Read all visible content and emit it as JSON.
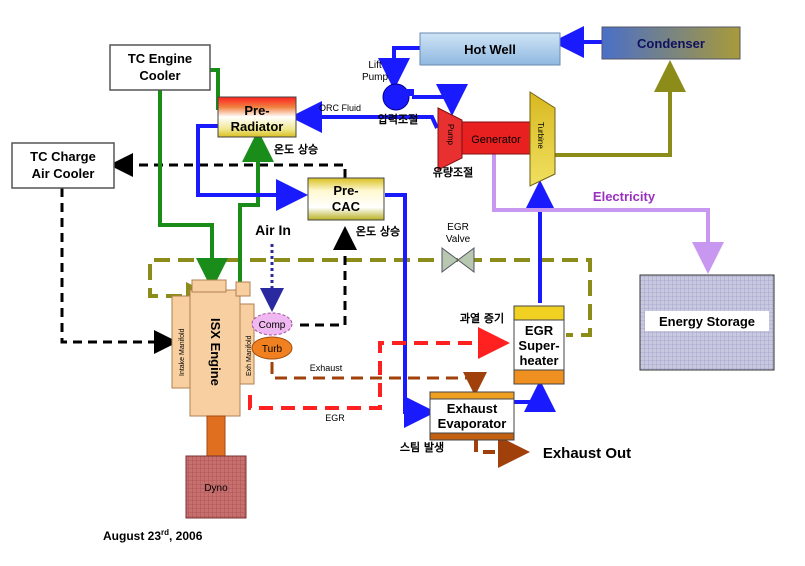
{
  "boxes": {
    "tc_engine_cooler": "TC Engine Cooler",
    "tc_engine_cooler_l1": "TC Engine",
    "tc_engine_cooler_l2": "Cooler",
    "tc_charge_l1": "TC Charge",
    "tc_charge_l2": "Air Cooler",
    "hot_well": "Hot Well",
    "condenser": "Condenser",
    "pre_radiator_l1": "Pre-",
    "pre_radiator_l2": "Radiator",
    "pre_cac_l1": "Pre-",
    "pre_cac_l2": "CAC",
    "generator": "Generator",
    "pump": "Pump",
    "turbine": "Turbine",
    "energy_storage": "Energy Storage",
    "egr_l1": "EGR",
    "egr_l2": "Super-",
    "egr_l3": "heater",
    "exhaust_l1": "Exhaust",
    "exhaust_l2": "Evaporator",
    "isx_engine": "ISX Engine",
    "intake_manifold": "Intake Manifold",
    "exh_manifold": "Exh Manifold",
    "comp": "Comp",
    "turb": "Turb",
    "dyno": "Dyno"
  },
  "labels": {
    "lift_pump_l1": "Lift",
    "lift_pump_l2": "Pump",
    "orc_fluid": "ORC Fluid",
    "air_in": "Air In",
    "egr_valve_l1": "EGR",
    "egr_valve_l2": "Valve",
    "electricity": "Electricity",
    "exhaust": "Exhaust",
    "egr": "EGR",
    "exhaust_out": "Exhaust Out",
    "date_prefix": "August 23",
    "date_sup": "rd",
    "date_suffix": ", 2006"
  },
  "korean": {
    "pressure_control": "압력조절",
    "temp_rise_1": "온도 상승",
    "flow_control": "유량조절",
    "temp_rise_2": "온도 상승",
    "superheated_steam": "과열 증기",
    "steam_generation": "스팀 발생"
  },
  "colors": {
    "blue": "#1a1aff",
    "green": "#1a8c1a",
    "olive": "#8c8c1a",
    "red": "#ff2020",
    "brown": "#a0400a",
    "purple": "#c898f0",
    "black": "#000000"
  }
}
